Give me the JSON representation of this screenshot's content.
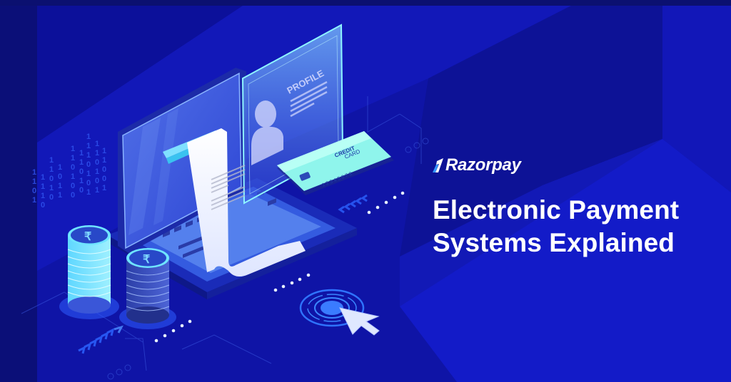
{
  "brand": {
    "name": "Razorpay",
    "logo_icon": "razorpay-logo-mark",
    "logo_color": "#3395ff"
  },
  "headline": {
    "line1": "Electronic Payment",
    "line2": "Systems Explained"
  },
  "illustration": {
    "profile_card": {
      "label": "PROFILE",
      "icon": "user-avatar-icon"
    },
    "credit_card": {
      "label_line1": "CREDIT",
      "label_line2": "CARD",
      "number": "1 2 3 4 5 6 7 8",
      "icon": "card-chip-icon"
    },
    "receipt": {
      "icon": "receipt-icon"
    },
    "coin_stacks": [
      {
        "symbol": "₹",
        "style": "light"
      },
      {
        "symbol": "₹",
        "style": "dark"
      }
    ],
    "binary_columns": [
      "1101",
      "1110",
      "11010",
      "1011",
      "110100",
      "1011010",
      "10110101",
      "1101011"
    ],
    "cursor": {
      "icon": "cursor-pointer-icon"
    }
  },
  "colors": {
    "background": "#0d129a",
    "background_light": "#1419c8",
    "background_dark": "#0a0f6e",
    "accent_cyan": "#7ff0e8",
    "glow_blue": "#3b7bff",
    "text": "#ffffff"
  }
}
